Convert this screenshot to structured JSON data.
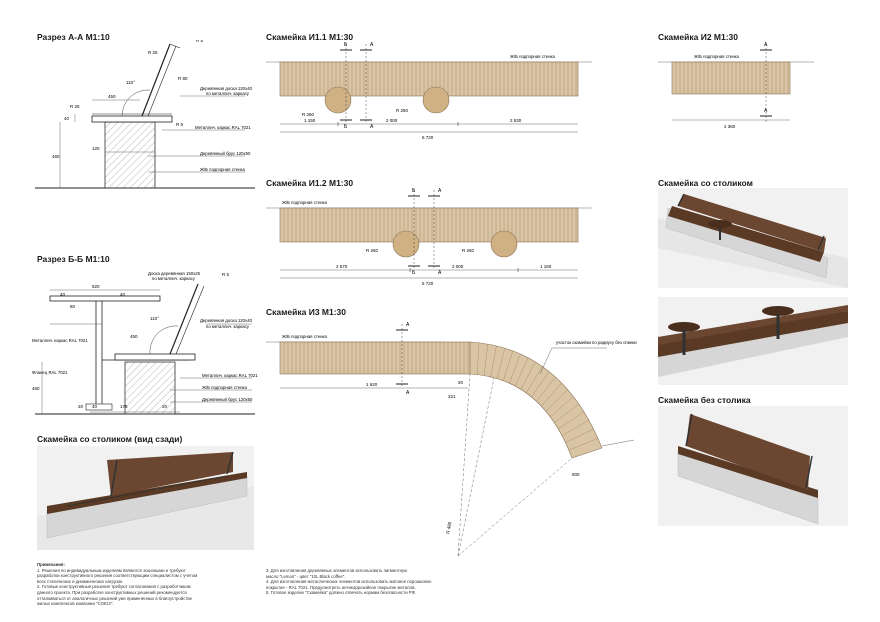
{
  "titles": {
    "section_aa": "Разрез А-А  М1:10",
    "section_bb": "Разрез Б-Б  М1:10",
    "i11": "Скамейка И1.1  М1:30",
    "i12": "Скамейка И1.2  М1:30",
    "i3": "Скамейка И3  М1:30",
    "i2": "Скамейка И2  М1:30",
    "with_table": "Скамейка со столиком",
    "without_table": "Скамейка без столика",
    "rear_view": "Скамейка со столиком (вид сзади)"
  },
  "labels": {
    "r5": "R 5",
    "r25": "R 25",
    "r260": "R 260",
    "r480": "R 480",
    "a": "А",
    "b": "Б",
    "zhb_wall": "Ж/Б подпорная стенка",
    "wood_board": "Деревянная доска 120х40",
    "to_frame": "по металлич. каркасу",
    "metal_frame": "Металлич. каркас RAL 7021",
    "wood_beam": "Деревянный брус 120х50",
    "wood_board_aa": "Деревянная доска 120х40",
    "board_150": "Доска деревянная 150х25",
    "flange": "Фланец RAL 7021",
    "metal_frame_side": "Металлич. каркас RAL 7021",
    "curve_section": "участок скамейки по радиусу без спинки"
  },
  "dims": {
    "i11": [
      "1 150",
      "2 000",
      "2 530",
      "5 720"
    ],
    "i12": [
      "2 570",
      "2 000",
      "1 150",
      "5 720"
    ],
    "i2": [
      "2 360"
    ],
    "i3": [
      "1 620",
      "20",
      "321",
      "600"
    ],
    "aa": [
      "450",
      "40",
      "120",
      "460",
      "40",
      "110°",
      "R 80"
    ],
    "bb": [
      "520",
      "40",
      "40",
      "60",
      "460",
      "20",
      "40",
      "175",
      "20",
      "110°",
      "450"
    ]
  },
  "notes": {
    "heading": "Примечания:",
    "col1": [
      "1. Решения по индивидуальным изделиям являются эскизными и требуют",
      "разработки конструктивного решения соответствующим специалистом с учетом",
      "всех статических и динамических нагрузок.",
      "2. Готовые конструктивные решения требуют согласования с разработчиком",
      "данного проекта. При разработке конструктивных решений рекомендуется",
      "отталкиваться от аналогичных решений уже применённых в благоустройстве",
      "жилых комплексов компании \"СОЮЗ\"."
    ],
    "col2": [
      "3. Для изготовления деревянных элементов использовать пигментную",
      "масло \"Lemon\" - цвет \"10L Black coffee\".",
      "4. Для изготовления металлических элементов использовать матовое порошковое",
      "покрытие - RAL 7021. Предусмотреть антикоррозийное покрытие металла.",
      "5. Готовое изделие \"Скамейка\" должно отвечать нормам безопасности РФ."
    ]
  },
  "colors": {
    "wood_light": "#d9c4a3",
    "wood_slat_line": "#9c8366",
    "table_top": "#cfb184",
    "concrete": "#d6d6d6",
    "wood_dark": "#5a3a24",
    "metal_dark": "#2f3133"
  }
}
